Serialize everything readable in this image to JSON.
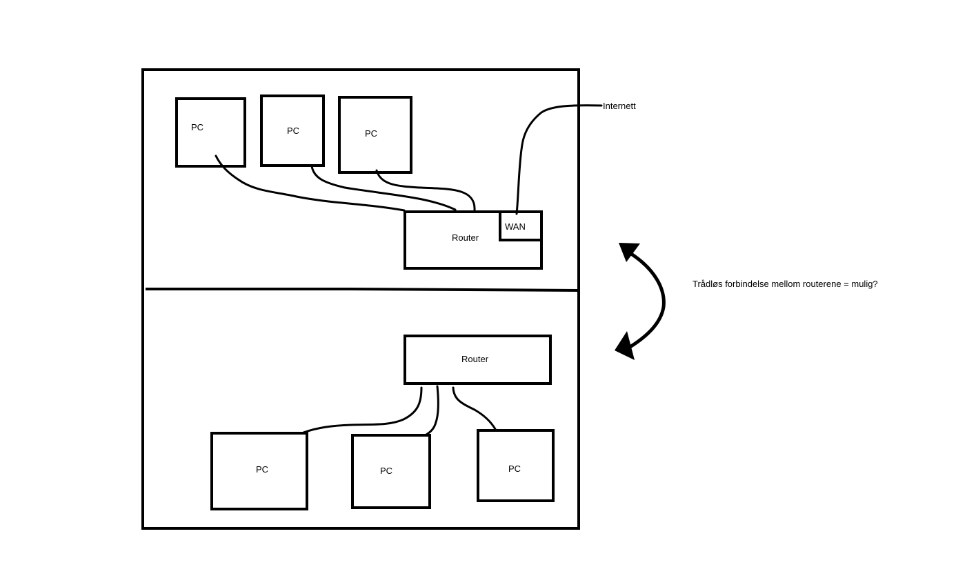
{
  "upper_floor": {
    "pcs": [
      {
        "label": "PC"
      },
      {
        "label": "PC"
      },
      {
        "label": "PC"
      }
    ],
    "router": {
      "label": "Router",
      "wan_label": "WAN"
    }
  },
  "lower_floor": {
    "router": {
      "label": "Router"
    },
    "pcs": [
      {
        "label": "PC"
      },
      {
        "label": "PC"
      },
      {
        "label": "PC"
      }
    ]
  },
  "internet_label": "Internett",
  "wireless_note": "Trådløs forbindelse mellom routerene = mulig?",
  "colors": {
    "ink": "#000000",
    "background": "#ffffff"
  },
  "icons": {
    "arrow": "double-headed-curved-arrow"
  }
}
